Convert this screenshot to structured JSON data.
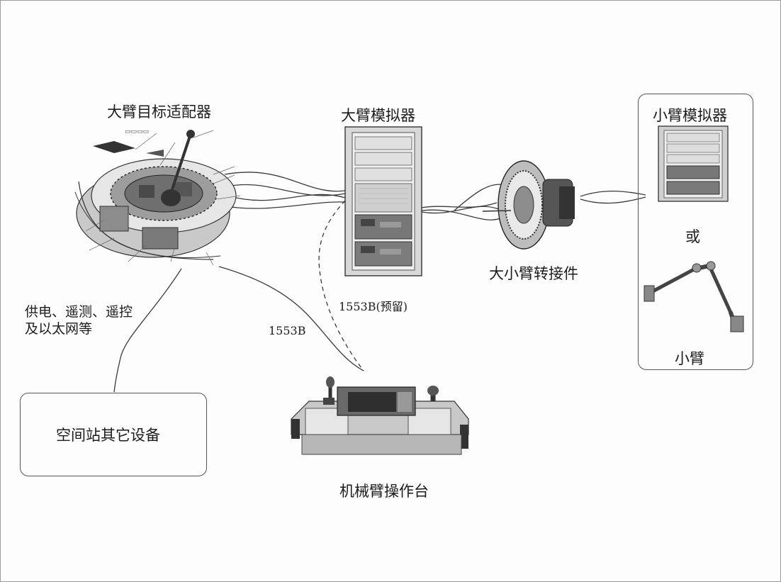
{
  "labels": {
    "big_arm_adapter": "大臂目标适配器",
    "big_arm_simulator": "大臂模拟器",
    "small_arm_simulator": "小臂模拟器",
    "or": "或",
    "small_arm": "小臂",
    "adapter_connector": "大小臂转接件",
    "power_line_1": "供电、遥测、遥控",
    "power_line_2": "及以太网等",
    "bus_1553b": "1553B",
    "bus_1553b_reserved": "1553B(预留)",
    "station_equipment": "空间站其它设备",
    "console": "机械臂操作台"
  },
  "colors": {
    "line": "#3a3a3a",
    "box_border": "#555555",
    "equipment_gray": "#8a8a8a",
    "background": "#fdfdfd"
  }
}
